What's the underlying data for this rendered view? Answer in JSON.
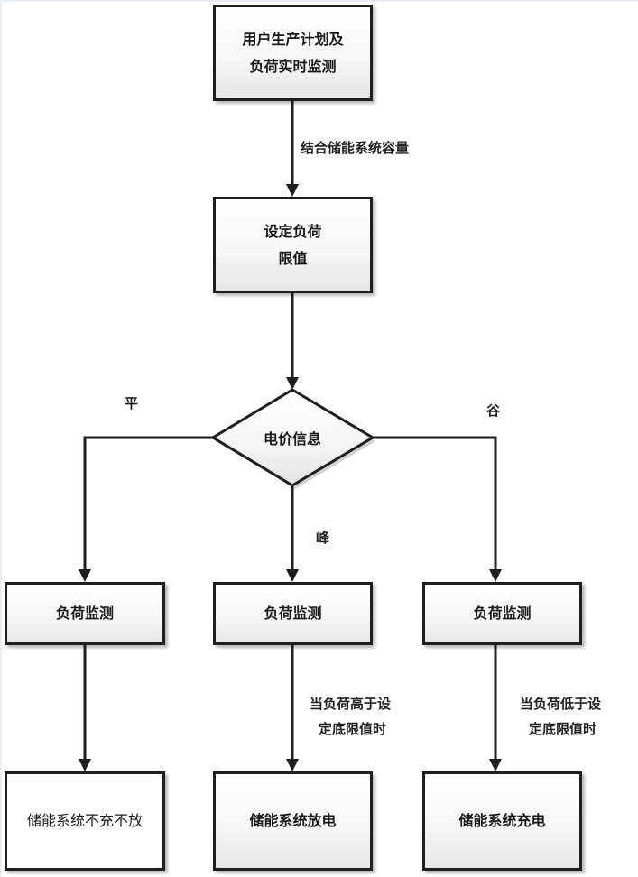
{
  "diagram": {
    "nodes": {
      "start": {
        "line1": "用户生产计划及",
        "line2": "负荷实时监测"
      },
      "set_limit": {
        "line1": "设定负荷",
        "line2": "限值"
      },
      "decision": {
        "label": "电价信息"
      },
      "monitor_flat": {
        "label": "负荷监测"
      },
      "monitor_peak": {
        "label": "负荷监测"
      },
      "monitor_valley": {
        "label": "负荷监测"
      },
      "result_flat": {
        "label": "储能系统不充不放"
      },
      "result_peak": {
        "label": "储能系统放电"
      },
      "result_valley": {
        "label": "储能系统充电"
      }
    },
    "edge_labels": {
      "combine_capacity": "结合储能系统容量",
      "flat": "平",
      "peak": "峰",
      "valley": "谷",
      "peak_condition_line1": "当负荷高于设",
      "peak_condition_line2": "定底限值时",
      "valley_condition_line1": "当负荷低于设",
      "valley_condition_line2": "定底限值时"
    },
    "colors": {
      "line": "#1f1f1f",
      "box_fill_top": "#ffffff",
      "box_fill_bottom": "#e6e6e6"
    }
  }
}
